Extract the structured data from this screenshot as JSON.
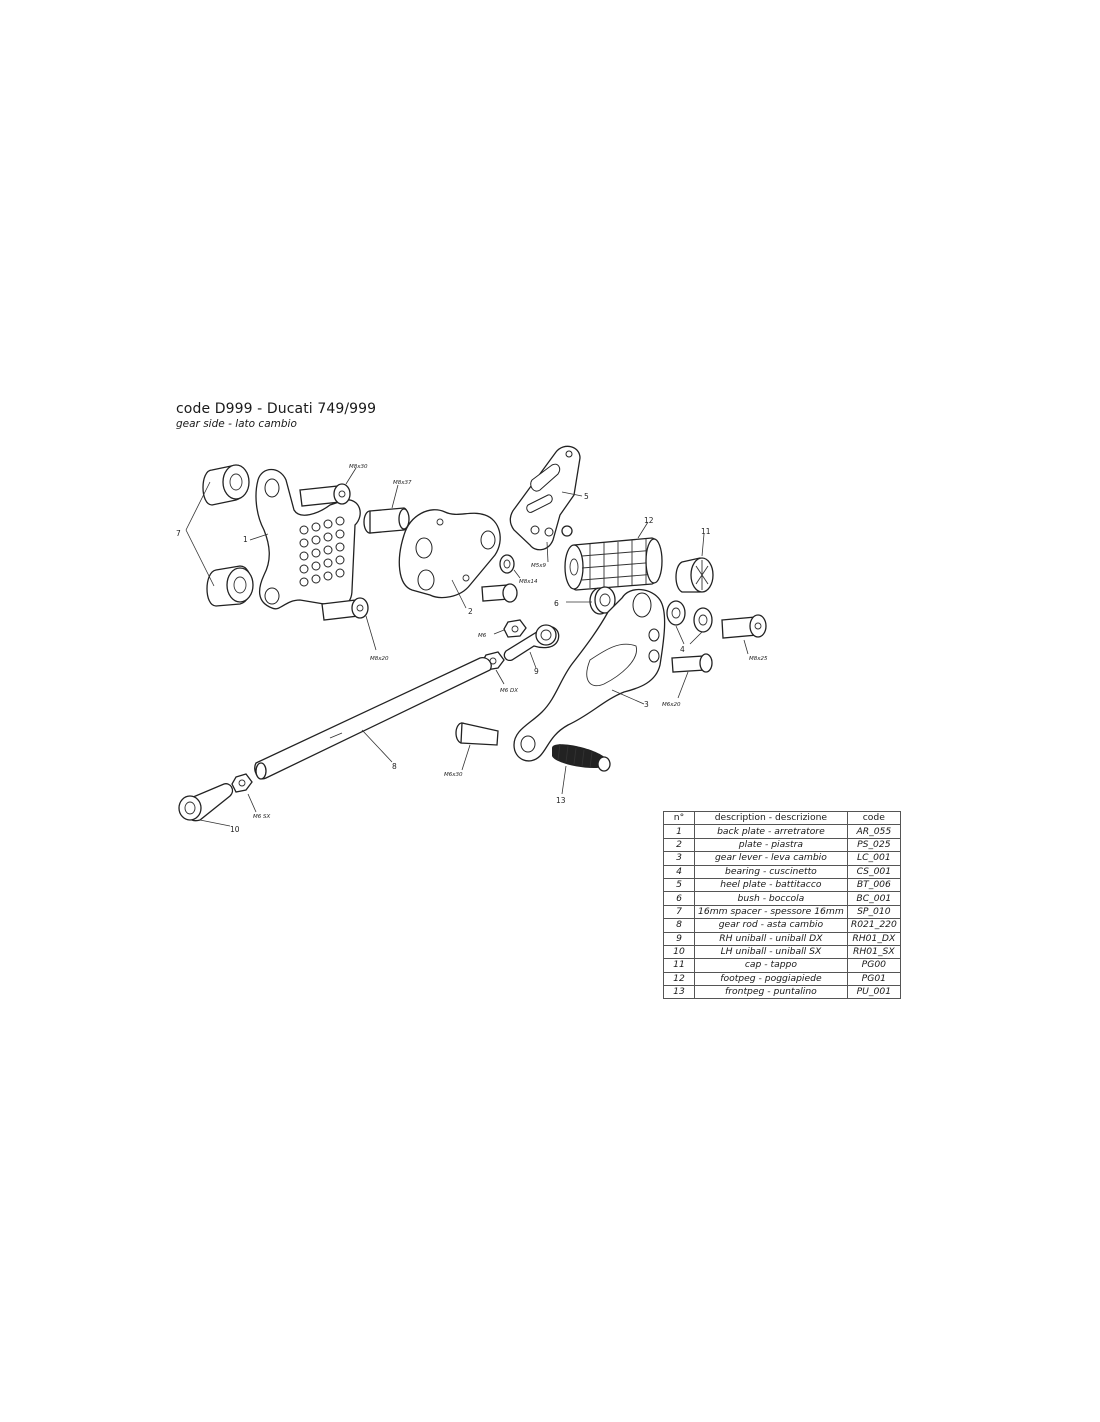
{
  "title": "code D999 - Ducati 749/999",
  "subtitle": "gear side - lato cambio",
  "callouts": {
    "c1": "1",
    "c2": "2",
    "c3": "3",
    "c4": "4",
    "c5": "5",
    "c6": "6",
    "c7": "7",
    "c8": "8",
    "c9": "9",
    "c10": "10",
    "c11": "11",
    "c12": "12",
    "c13": "13"
  },
  "fasteners": {
    "m8x30_top": "M8x30",
    "m8x37": "M8x37",
    "m5x9": "M5x9",
    "m8x14": "M8x14",
    "m8x20": "M8x20",
    "m6": "M6",
    "m6dx": "M6 DX",
    "m6sx": "M6 SX",
    "m8x25": "M8x25",
    "m6x20": "M6x20",
    "m6x30": "M6x30"
  },
  "table": {
    "headers": [
      "n°",
      "description - descrizione",
      "code"
    ],
    "rows": [
      [
        "1",
        "back plate - arretratore",
        "AR_055"
      ],
      [
        "2",
        "plate - piastra",
        "PS_025"
      ],
      [
        "3",
        "gear lever - leva cambio",
        "LC_001"
      ],
      [
        "4",
        "bearing - cuscinetto",
        "CS_001"
      ],
      [
        "5",
        "heel plate - battitacco",
        "BT_006"
      ],
      [
        "6",
        "bush - boccola",
        "BC_001"
      ],
      [
        "7",
        "16mm spacer - spessore 16mm",
        "SP_010"
      ],
      [
        "8",
        "gear rod - asta cambio",
        "R021_220"
      ],
      [
        "9",
        "RH uniball - uniball DX",
        "RH01_DX"
      ],
      [
        "10",
        "LH uniball - uniball SX",
        "RH01_SX"
      ],
      [
        "11",
        "cap - tappo",
        "PG00"
      ],
      [
        "12",
        "footpeg - poggiapiede",
        "PG01"
      ],
      [
        "13",
        "frontpeg - puntalino",
        "PU_001"
      ]
    ]
  }
}
